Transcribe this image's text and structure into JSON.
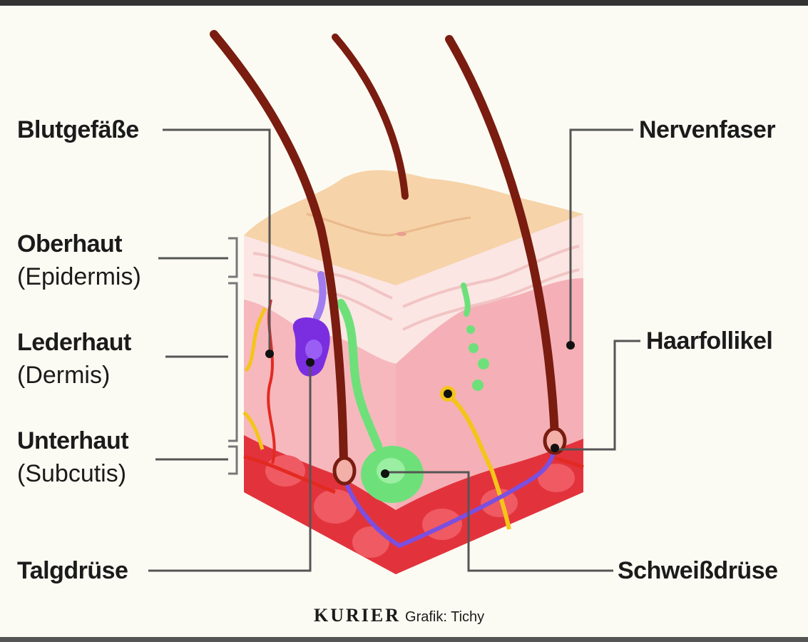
{
  "labels": {
    "blutgefaesse": "Blutgefäße",
    "oberhaut": "Oberhaut",
    "oberhaut_sub": "(Epidermis)",
    "lederhaut": "Lederhaut",
    "lederhaut_sub": "(Dermis)",
    "unterhaut": "Unterhaut",
    "unterhaut_sub": "(Subcutis)",
    "talgdruese": "Talgdrüse",
    "nervenfaser": "Nervenfaser",
    "haarfollikel": "Haarfollikel",
    "schweissdruese": "Schweißdrüse"
  },
  "credit": {
    "brand": "KURIER",
    "text": "Grafik: Tichy"
  },
  "colors": {
    "background": "#fcfbf3",
    "frame": "#333333",
    "surface": "#f6d3a8",
    "epidermis": "#fbe6e4",
    "dermis": "#f6b8bd",
    "subcutis": "#e2333d",
    "hair": "#7a1c10",
    "sebaceous_gland": "#7b2ee0",
    "sweat_gland": "#6ee07a",
    "nerve": "#f4c518",
    "blood_vessel": "#e32a22",
    "leader_line": "#555555"
  }
}
